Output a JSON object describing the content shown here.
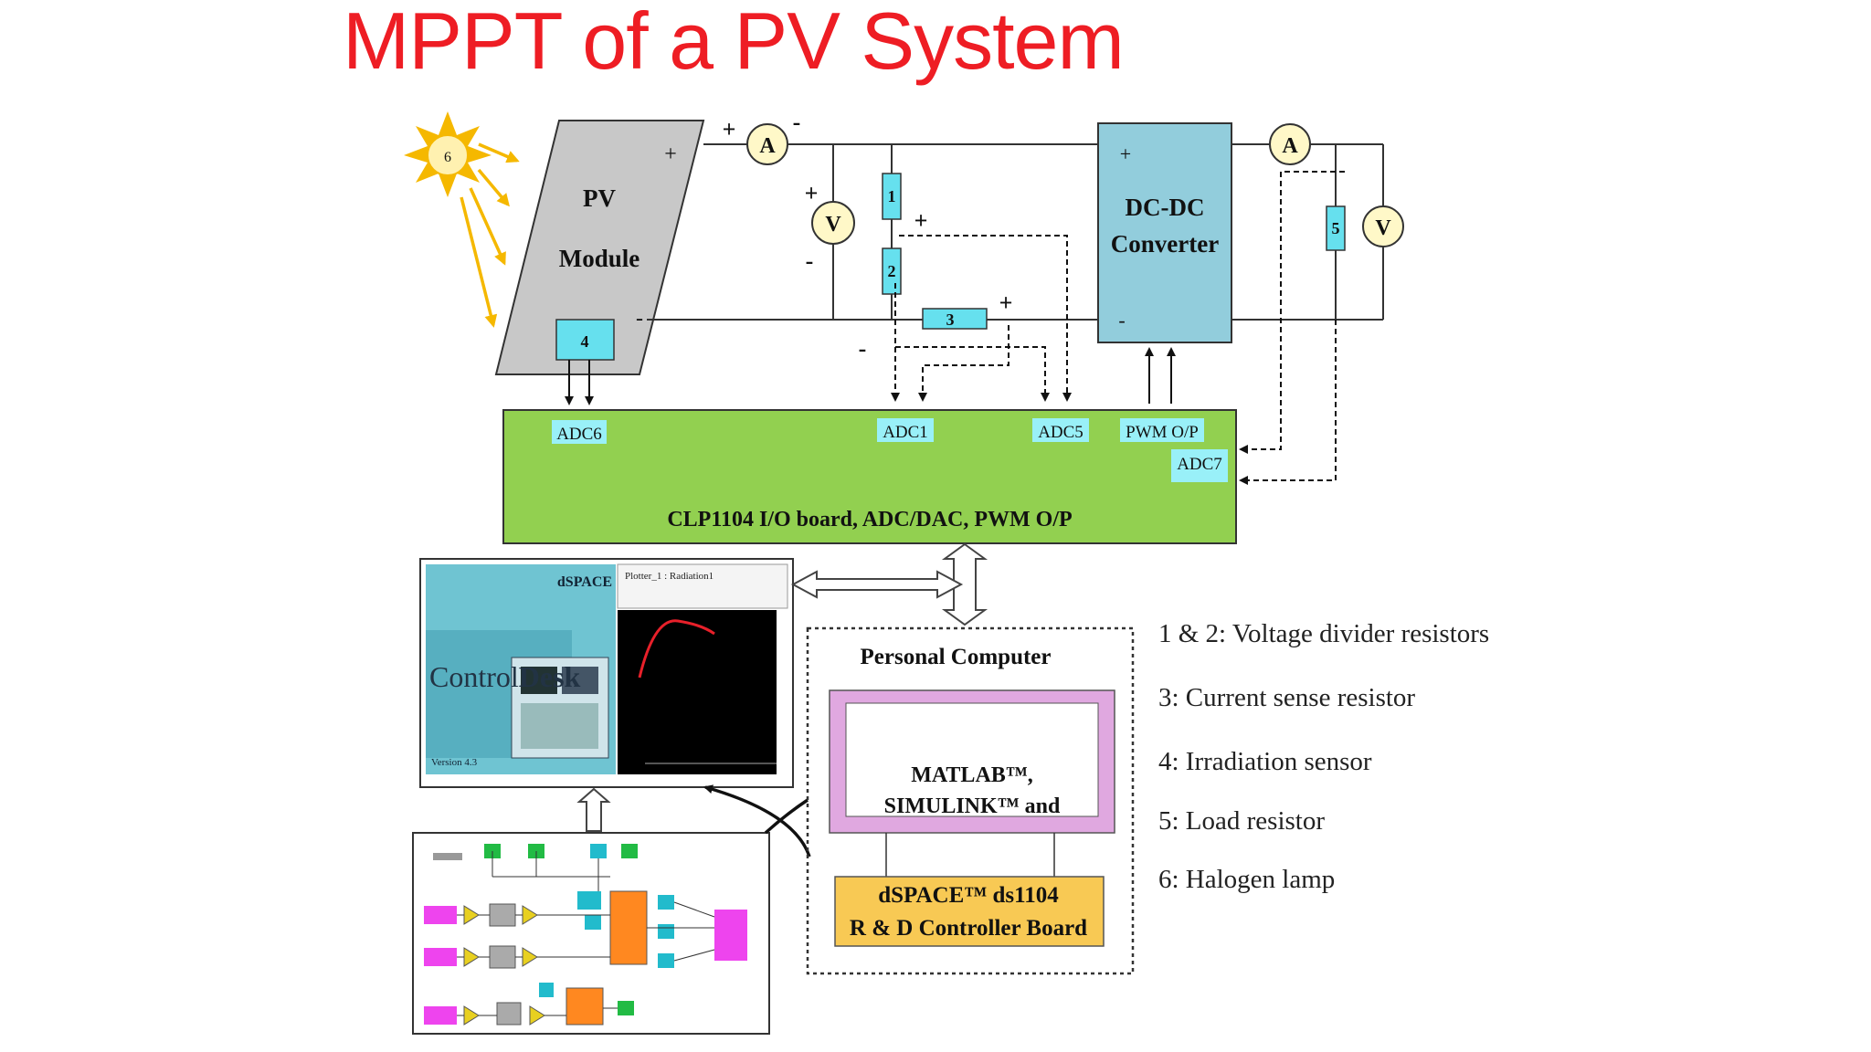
{
  "slide": {
    "title": "MPPT of a PV System"
  },
  "diagram": {
    "pv_module": {
      "line1": "PV",
      "line2": "Module",
      "plus": "+",
      "minus": "-"
    },
    "lamp_label": "6",
    "ammeter_symbol": "A",
    "voltmeter_symbol": "V",
    "resistors": {
      "r1": "1",
      "r2": "2",
      "r3": "3",
      "r4": "4",
      "r5": "5"
    },
    "signs": {
      "plus": "+",
      "minus": "-"
    },
    "converter": {
      "line1": "DC-DC",
      "line2": "Converter",
      "plus": "+",
      "minus": "-"
    },
    "io_board": {
      "name": "CLP1104 I/O board, ADC/DAC, PWM O/P",
      "ports": {
        "adc6": "ADC6",
        "adc1": "ADC1",
        "adc5": "ADC5",
        "pwm": "PWM O/P",
        "adc7": "ADC7"
      }
    },
    "pc": {
      "label": "Personal Computer",
      "software_line1": "MATLAB™,",
      "software_line2": "SIMULINK™ and",
      "controller_line1": "dSPACE™ ds1104",
      "controller_line2": "R & D Controller Board"
    },
    "controldesk": {
      "brand": "dSPACE",
      "product_a": "Control",
      "product_b": "Desk",
      "version": "Version 4.3",
      "plot_title": "Plotter_1 : Radiation1"
    }
  },
  "legend": [
    "1 & 2: Voltage divider resistors",
    "3: Current sense resistor",
    "4: Irradiation sensor",
    "5: Load resistor",
    "6: Halogen lamp"
  ],
  "colors": {
    "title": "#ee1d24",
    "io_board": "#92d050",
    "converter": "#92cddc",
    "resistor": "#66e0ee",
    "port_label": "#99f0f8",
    "software_frame": "#e0a8e0",
    "controller_board": "#f8c954",
    "pv_panel": "#c8c8c8",
    "sun": "#f5b800"
  }
}
